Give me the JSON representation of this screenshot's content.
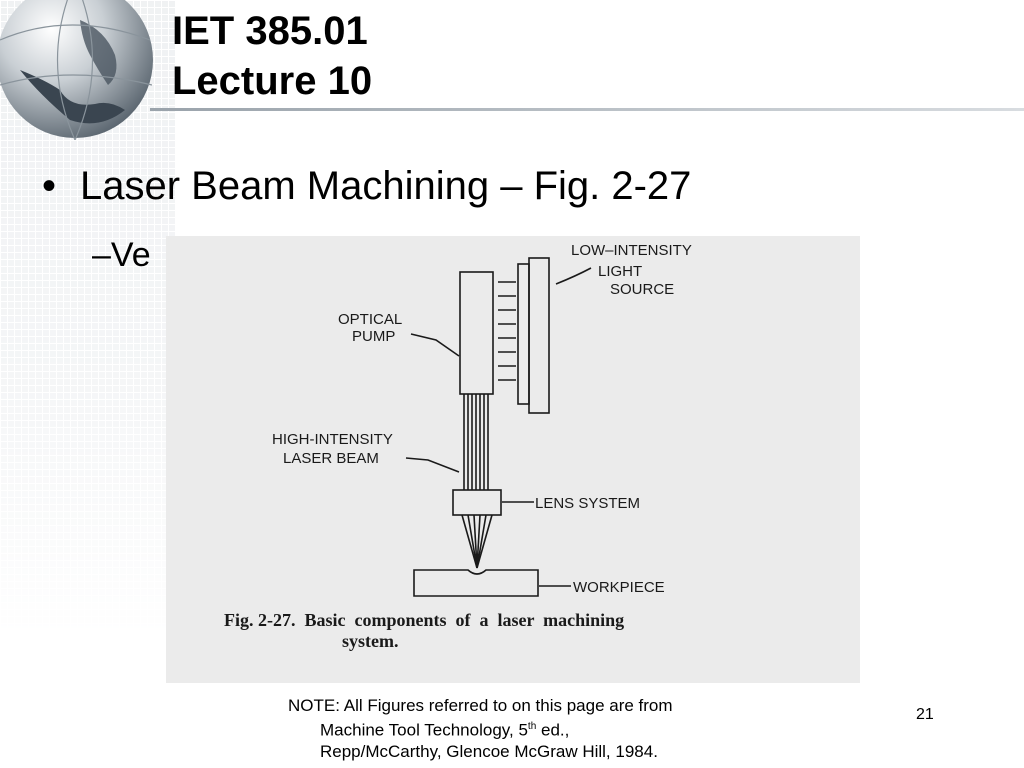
{
  "slide": {
    "title_line1": "IET 385.01",
    "title_line2": "Lecture 10",
    "bullet": "Laser Beam Machining – Fig. 2-27",
    "sub_bullet_prefix": "–",
    "sub_bullet_visible": "Ve",
    "page_number": "21"
  },
  "figure": {
    "labels": {
      "low_intensity": "LOW–INTENSITY",
      "light": "LIGHT",
      "source": "SOURCE",
      "optical": "OPTICAL",
      "pump": "PUMP",
      "high_intensity": "HIGH-INTENSITY",
      "laser_beam": "LASER BEAM",
      "lens_system": "LENS SYSTEM",
      "workpiece": "WORKPIECE"
    },
    "caption_line1": "Fig. 2-27.  Basic  components  of  a  laser  machining",
    "caption_line2": "system."
  },
  "note": {
    "line1": "NOTE:  All Figures referred to on this page are from",
    "line2_pre": "Machine Tool Technology, 5",
    "line2_sup": "th",
    "line2_post": " ed.,",
    "line3": "Repp/McCarthy, Glencoe McGraw Hill, 1984."
  },
  "colors": {
    "figure_bg": "#ebebeb",
    "ink": "#1a1a1a",
    "globe_ocean": "#3a4550",
    "globe_land": "#cfd4d8"
  }
}
